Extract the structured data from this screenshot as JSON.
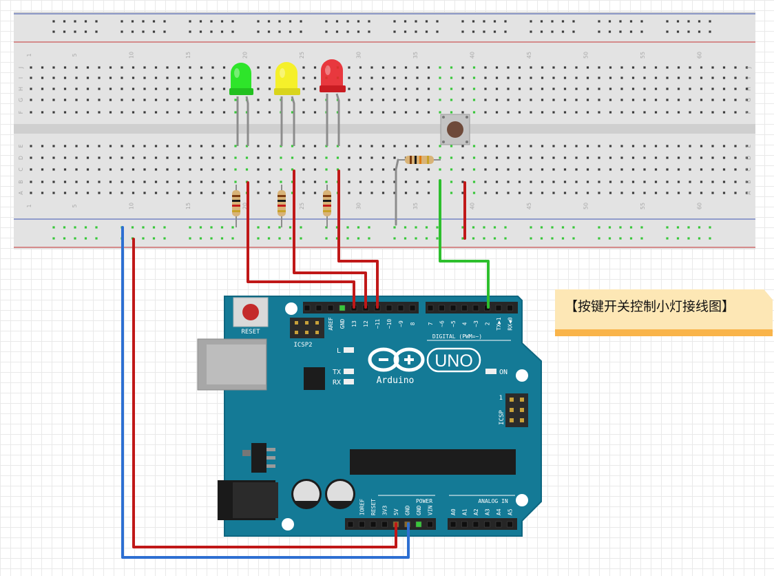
{
  "note": {
    "title": "【按键开关控制小灯接线图】"
  },
  "breadboard": {
    "column_numbers": [
      "1",
      "5",
      "10",
      "15",
      "20",
      "25",
      "30",
      "35",
      "40",
      "45",
      "50",
      "55",
      "60"
    ],
    "row_letters_top": [
      "J",
      "I",
      "H",
      "G",
      "F"
    ],
    "row_letters_bottom": [
      "E",
      "D",
      "C",
      "B",
      "A"
    ]
  },
  "leds": [
    {
      "name": "green",
      "color": "#2ee52a"
    },
    {
      "name": "yellow",
      "color": "#f5f02a"
    },
    {
      "name": "red",
      "color": "#e8252b"
    }
  ],
  "arduino": {
    "board_color": "#147a96",
    "reset_label": "RESET",
    "icsp2_label": "ICSP2",
    "icsp_label": "ICSP",
    "icsp_pin1_label": "1",
    "digital_label": "DIGITAL (PWM=~)",
    "digital_pins": [
      "AREF",
      "GND",
      "13",
      "12",
      "~11",
      "~10",
      "~9",
      "8",
      "7",
      "~6",
      "~5",
      "4",
      "~3",
      "2",
      "TX▶1",
      "RX◀0"
    ],
    "led_labels": [
      "L",
      "TX",
      "RX",
      "ON"
    ],
    "logo_text": "UNO",
    "brand": "Arduino",
    "power_label": "POWER",
    "analog_label": "ANALOG IN",
    "power_pins": [
      "IOREF",
      "RESET",
      "3V3",
      "5V",
      "GND",
      "GND",
      "VIN"
    ],
    "analog_pins": [
      "A0",
      "A1",
      "A2",
      "A3",
      "A4",
      "A5"
    ]
  },
  "wire_colors": {
    "red": "#c01818",
    "blue": "#2d6fd2",
    "green": "#2dbf2d",
    "gray": "#8c8c8c"
  }
}
